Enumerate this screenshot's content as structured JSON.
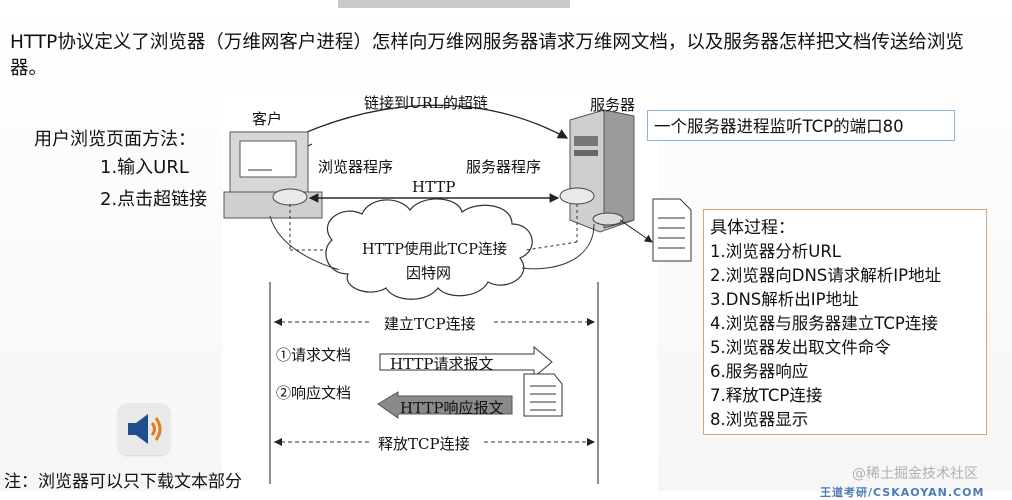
{
  "intro_text": "HTTP协议定义了浏览器（万维网客户进程）怎样向万维网服务器请求万维网文档，以及服务器怎样把文档传送给浏览器。",
  "methods": {
    "title": "用户浏览页面方法：",
    "items": [
      "1.输入URL",
      "2.点击超链接"
    ]
  },
  "diagram": {
    "client_label": "客户",
    "server_label": "服务器",
    "hyperlink_label": "链接到URL的超链",
    "browser_program": "浏览器程序",
    "server_program": "服务器程序",
    "http_label": "HTTP",
    "cloud_tcp_label": "HTTP使用此TCP连接",
    "internet_label": "因特网",
    "establish_tcp": "建立TCP连接",
    "request_doc": "①请求文档",
    "http_request_msg": "HTTP请求报文",
    "response_doc": "②响应文档",
    "http_response_msg": "HTTP响应报文",
    "release_tcp": "释放TCP连接"
  },
  "server_note": "一个服务器进程监听TCP的端口80",
  "process": {
    "title": "具体过程：",
    "steps": [
      "1.浏览器分析URL",
      "2.浏览器向DNS请求解析IP地址",
      "3.DNS解析出IP地址",
      "4.浏览器与服务器建立TCP连接",
      "5.浏览器发出取文件命令",
      "6.服务器响应",
      "7.释放TCP连接",
      "8.浏览器显示"
    ]
  },
  "bottom_note": "注：浏览器可以只下载文本部分",
  "watermark": "@稀土掘金技术社区",
  "footer_text": "王道考研/CSKAOYAN.COM",
  "icons": {
    "speaker": "speaker-icon"
  },
  "colors": {
    "server_note_border": "#8eb2d6",
    "steps_border": "#d9a37e",
    "footer": "#4b7bb7"
  }
}
